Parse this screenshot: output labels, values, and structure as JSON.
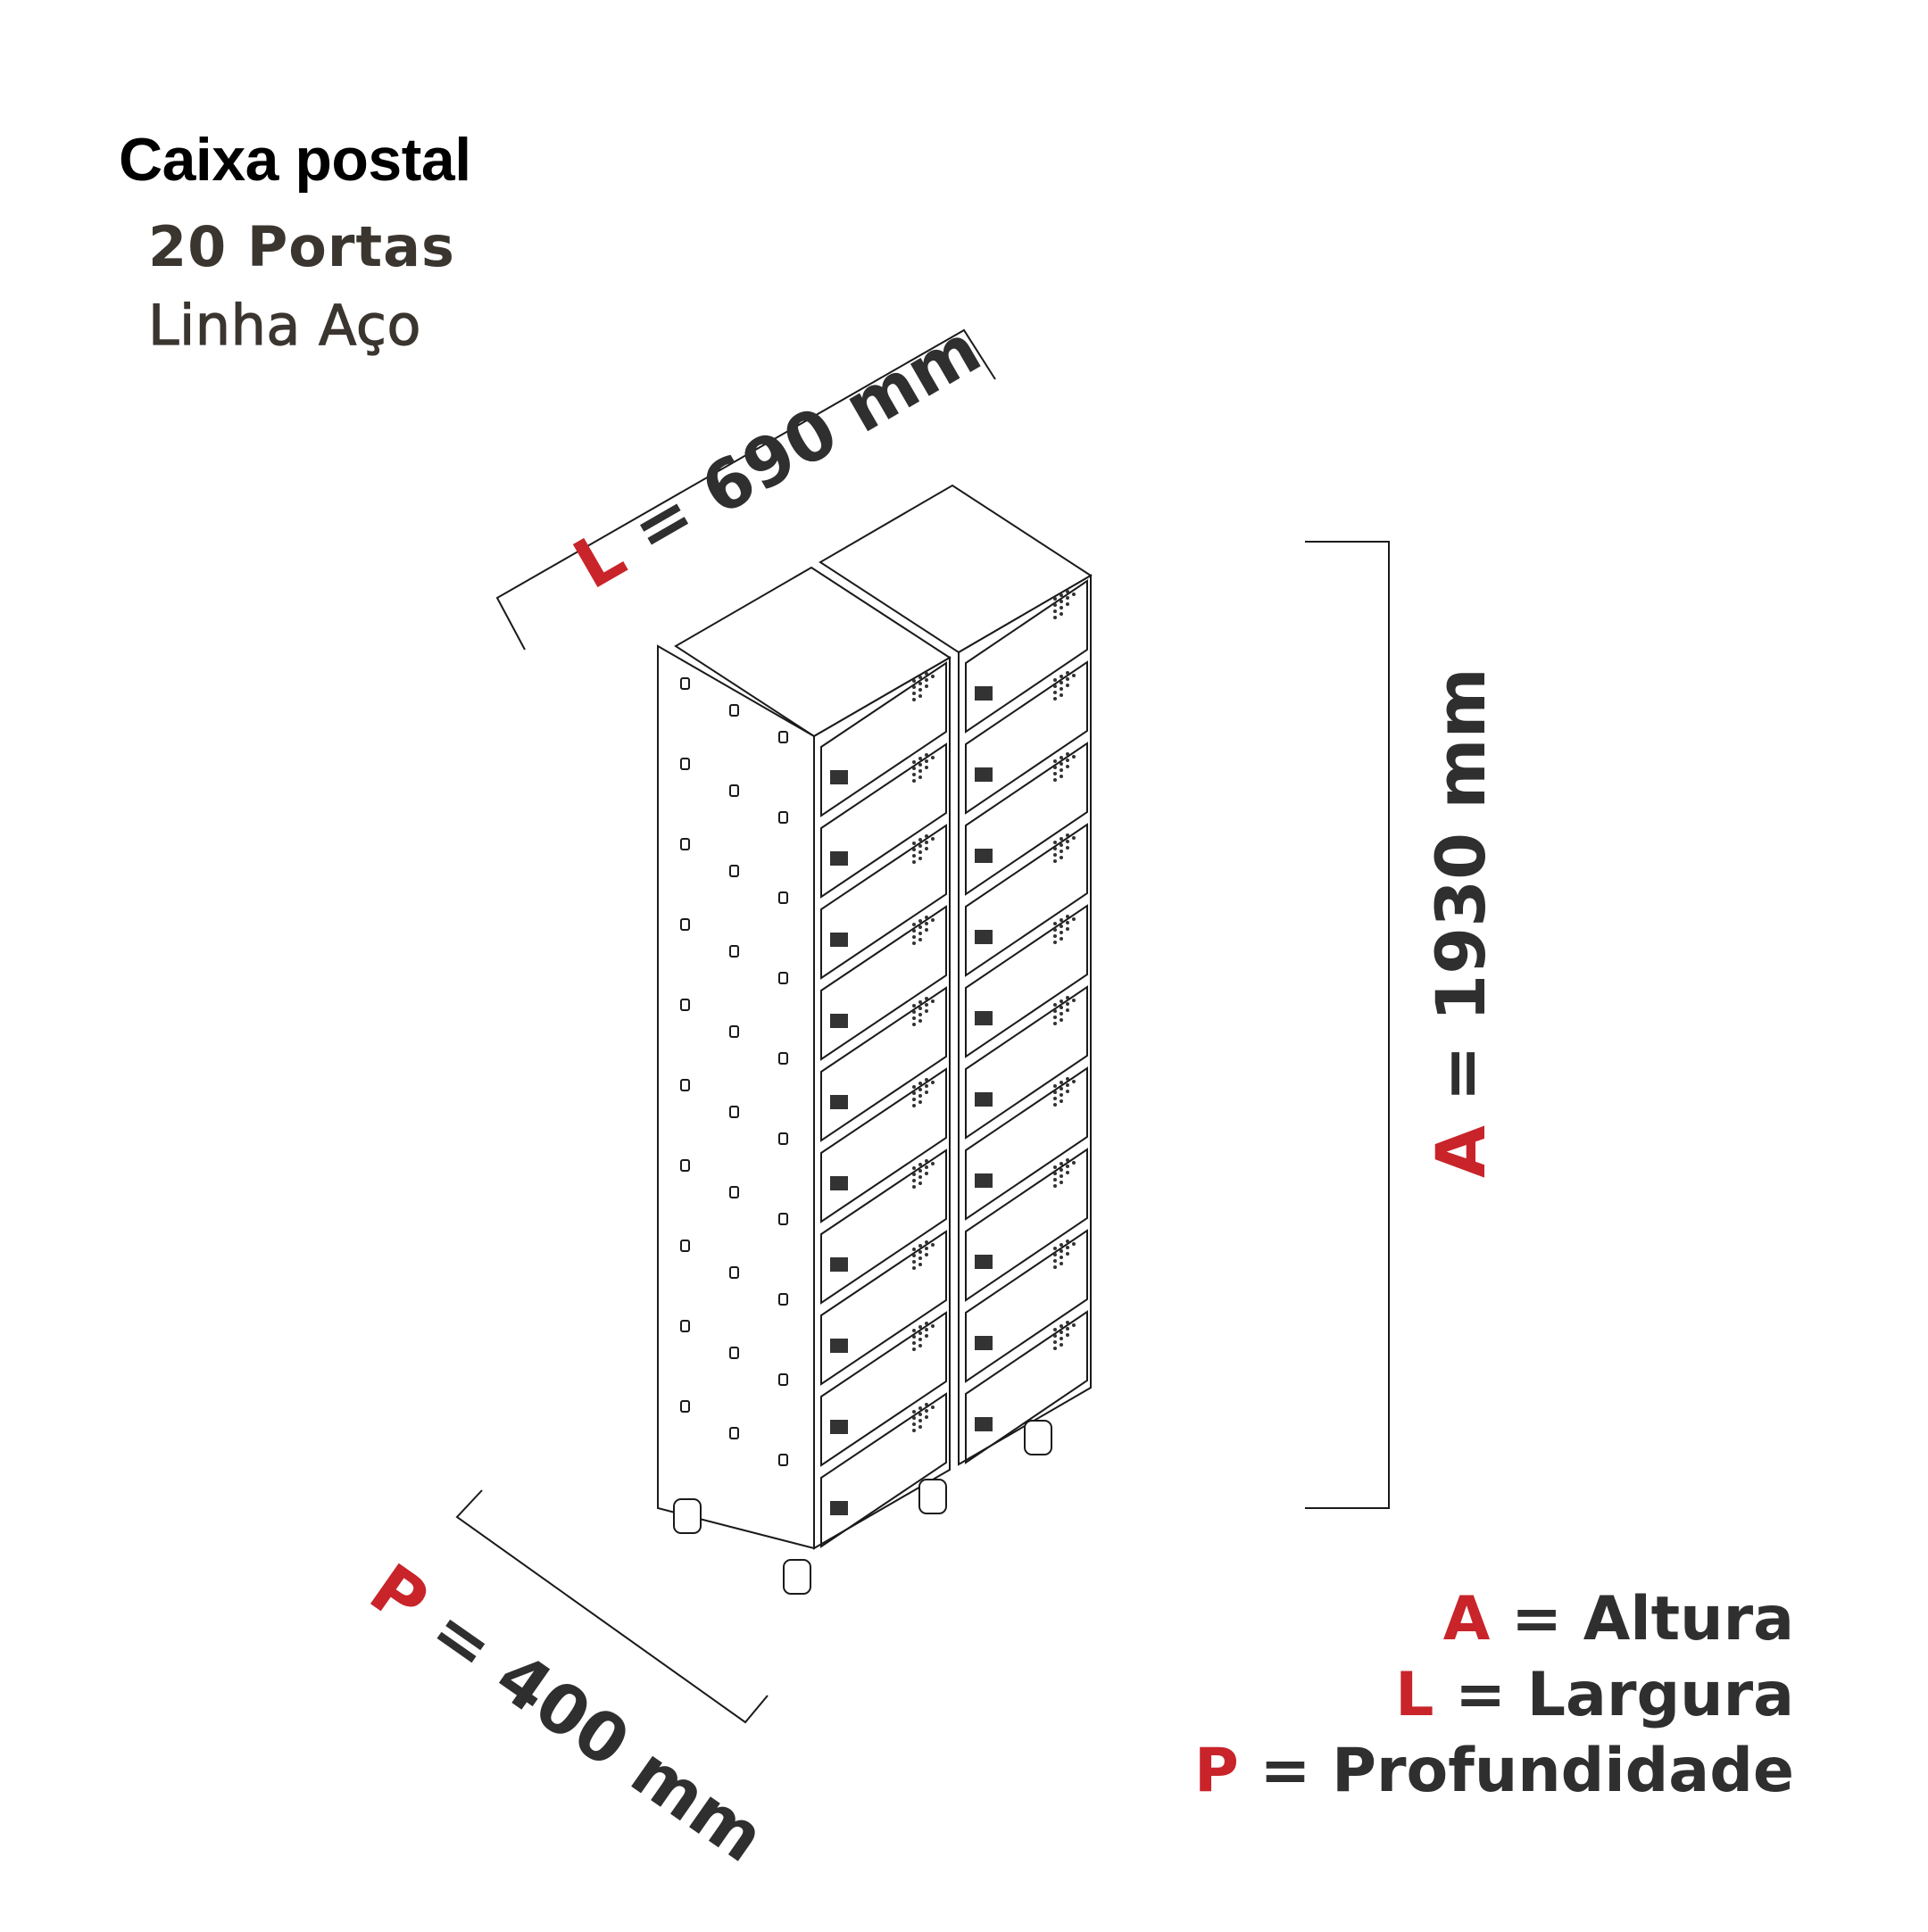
{
  "header": {
    "title": "Caixa postal",
    "subtitle": "20 Portas",
    "line": "Linha Aço"
  },
  "dimensions": {
    "width": {
      "key": "L",
      "text": " = 690 mm"
    },
    "height": {
      "key": "A",
      "text": " = 1930 mm"
    },
    "depth": {
      "key": "P",
      "text": " = 400 mm"
    }
  },
  "legend": [
    {
      "key": "A",
      "text": " = Altura"
    },
    {
      "key": "L",
      "text": " = Largura"
    },
    {
      "key": "P",
      "text": " = Profundidade"
    }
  ],
  "product": {
    "columns": 2,
    "doors_per_column": 10
  },
  "colors": {
    "accent": "#c8242a",
    "text": "#2f2f2f",
    "line": "#1a1a1a"
  }
}
